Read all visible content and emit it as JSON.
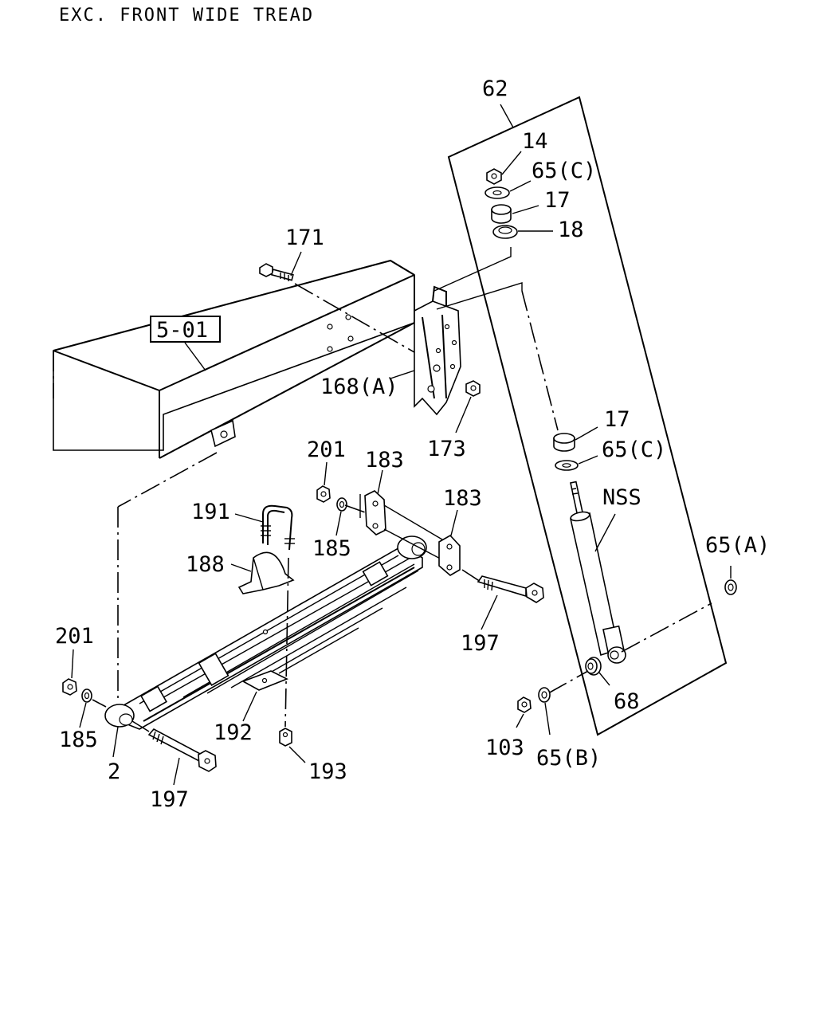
{
  "title": "EXC. FRONT WIDE TREAD",
  "ref_box": "5-01",
  "labels": {
    "l62": "62",
    "l14": "14",
    "l65c_top": "65(C)",
    "l17_top": "17",
    "l18": "18",
    "l171": "171",
    "l168a": "168(A)",
    "l173": "173",
    "l17_mid": "17",
    "l65c_mid": "65(C)",
    "lnss": "NSS",
    "l65a": "65(A)",
    "l201_top": "201",
    "l183_left": "183",
    "l183_right": "183",
    "l185_top": "185",
    "l191": "191",
    "l188": "188",
    "l197_right": "197",
    "l201_left": "201",
    "l185_left": "185",
    "l2": "2",
    "l192": "192",
    "l193": "193",
    "l197_bottom": "197",
    "l68": "68",
    "l103": "103",
    "l65b": "65(B)"
  }
}
